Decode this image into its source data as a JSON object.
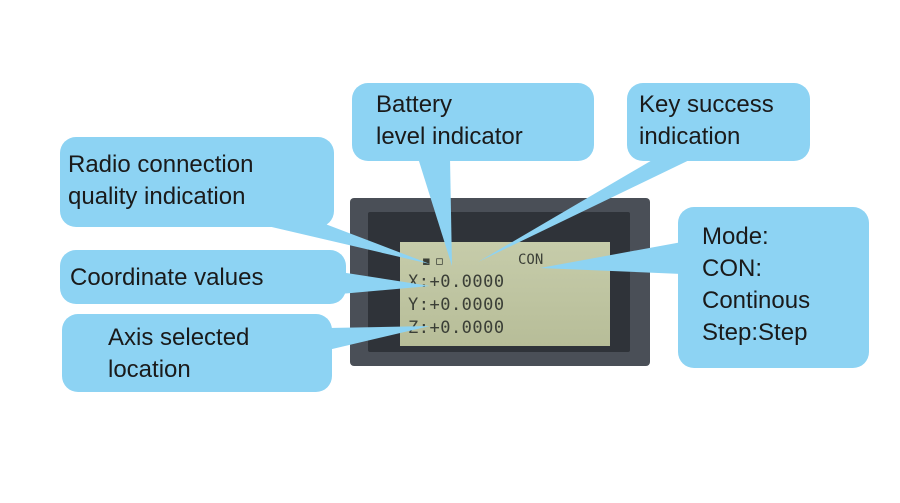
{
  "lcd": {
    "status_icons": "▪ ▫",
    "mode_text": "CON",
    "x_value": "X:+0.0000",
    "y_value": "Y:+0.0000",
    "z_value": "Z:+0.0000"
  },
  "callouts": {
    "battery": [
      "Battery",
      "level indicator"
    ],
    "key_success": [
      "Key success",
      "indication"
    ],
    "radio": [
      "Radio connection",
      "quality indication"
    ],
    "coordinate": [
      "Coordinate values"
    ],
    "axis": [
      "Axis selected",
      "location"
    ],
    "mode": [
      "Mode:",
      "CON:",
      "Continous",
      "Step:Step"
    ]
  },
  "colors": {
    "callout_fill": "#8dd3f3",
    "device_frame": "#4a4f57",
    "lcd_background": "#c0c6a2"
  }
}
